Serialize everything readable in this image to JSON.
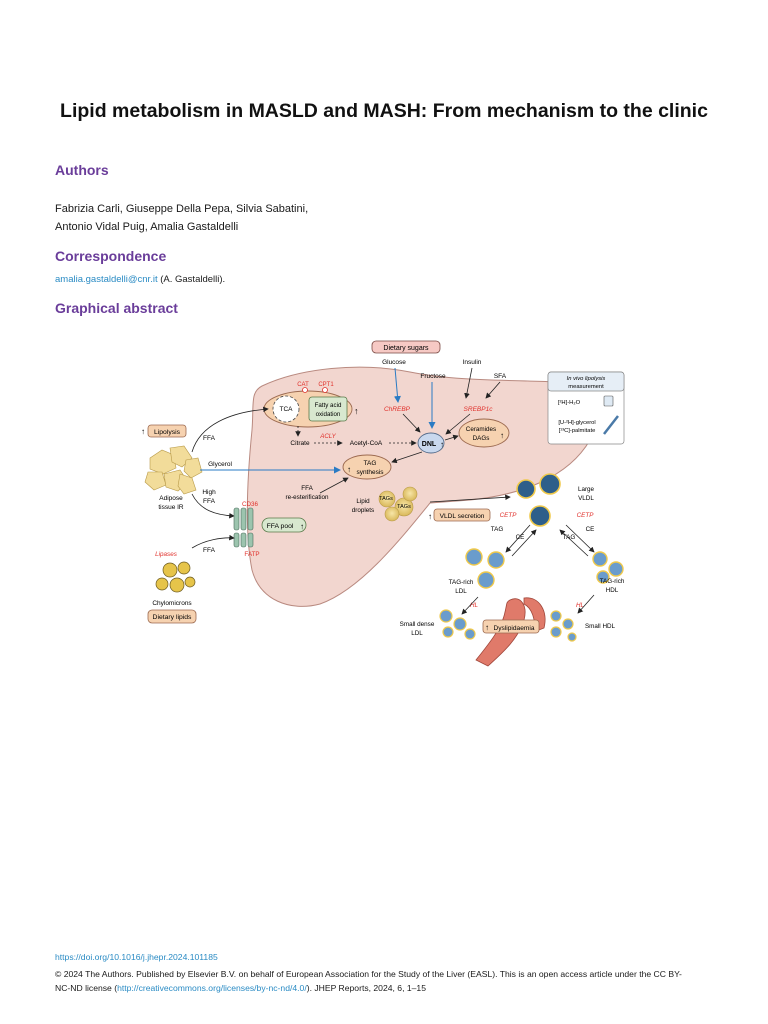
{
  "title": "Lipid metabolism in MASLD and MASH: From mechanism to the clinic",
  "sections": {
    "authors_heading": "Authors",
    "authors_line1": "Fabrizia Carli, Giuseppe Della Pepa, Silvia Sabatini,",
    "authors_line2": "Antonio Vidal Puig, Amalia Gastaldelli",
    "correspondence_heading": "Correspondence",
    "email": "amalia.gastaldelli@cnr.it",
    "email_suffix": " (A. Gastaldelli).",
    "abstract_heading": "Graphical abstract"
  },
  "figure": {
    "dietary_sugars": "Dietary sugars",
    "glucose": "Glucose",
    "insulin": "Insulin",
    "fructose": "Fructose",
    "sfa": "SFA",
    "cat": "CAT",
    "cpt1": "CPT1",
    "tca": "TCA",
    "fao_1": "Fatty acid",
    "fao_2": "oxidation",
    "chrebp": "ChREBP",
    "srebp1c": "SREBP1c",
    "citrate": "Citrate",
    "acly": "ACLY",
    "acetyl_coa": "Acetyl-CoA",
    "dnl": "DNL",
    "ceramides_1": "Ceramides",
    "ceramides_2": "DAGs",
    "lipolysis": "Lipolysis",
    "ffa": "FFA",
    "glycerol": "Glycerol",
    "tag_1": "TAG",
    "tag_2": "synthesis",
    "adipose_1": "Adipose",
    "adipose_2": "tissue IR",
    "high_ffa_1": "High",
    "high_ffa_2": "FFA",
    "cd36": "CD36",
    "ffa_re_1": "FFA",
    "ffa_re_2": "re-esterification",
    "lipid_droplets_1": "Lipid",
    "lipid_droplets_2": "droplets",
    "tags": "TAGs",
    "ffa_pool": "FFA pool",
    "fatp": "FATP",
    "lipases": "Lipases",
    "ffa_lower": "FFA",
    "chylomicrons": "Chylomicrons",
    "dietary_lipids": "Dietary lipids",
    "vldl_secretion": "VLDL secretion",
    "cetp_left": "CETP",
    "cetp_right": "CETP",
    "large_vldl_1": "Large",
    "large_vldl_2": "VLDL",
    "tag_left": "TAG",
    "ce_left": "CE",
    "ce_right": "CE",
    "tag_right": "TAG",
    "tag_rich_ldl_1": "TAG-rich",
    "tag_rich_ldl_2": "LDL",
    "tag_rich_hdl_1": "TAG-rich",
    "tag_rich_hdl_2": "HDL",
    "hl_left": "HL",
    "hl_right": "HL",
    "small_dense_ldl_1": "Small dense",
    "small_dense_ldl_2": "LDL",
    "dyslipidaemia": "Dyslipidaemia",
    "small_hdl": "Small HDL",
    "invivo_1": "In vivo lipolysis",
    "invivo_2": "measurement",
    "invivo_water": "[²H]-H₂O",
    "invivo_glycerol": "[U-²H]-glycerol",
    "invivo_palmitate": "[¹³C]-palmitate"
  },
  "footer": {
    "doi": "https://doi.org/10.1016/j.jhepr.2024.101185",
    "line1": "© 2024 The Authors. Published by Elsevier B.V. on behalf of European Association for the Study of the Liver (EASL). This is an open access article under the CC BY-",
    "line2_prefix": "NC-ND license (",
    "license_url": "http://creativecommons.org/licenses/by-nc-nd/4.0/",
    "line2_suffix": "). JHEP Reports, 2024, 6, 1–15"
  },
  "colors": {
    "heading": "#6a3d9a",
    "link": "#2a8bc4",
    "red_label": "#e0302b",
    "liver": "#f2d6cf",
    "liver_stroke": "#b98a80",
    "green_box": "#d8e8cf",
    "orange_box": "#f6d2b0",
    "fat_cell": "#f2dc9a",
    "blue_arrow": "#2a7bc4"
  }
}
